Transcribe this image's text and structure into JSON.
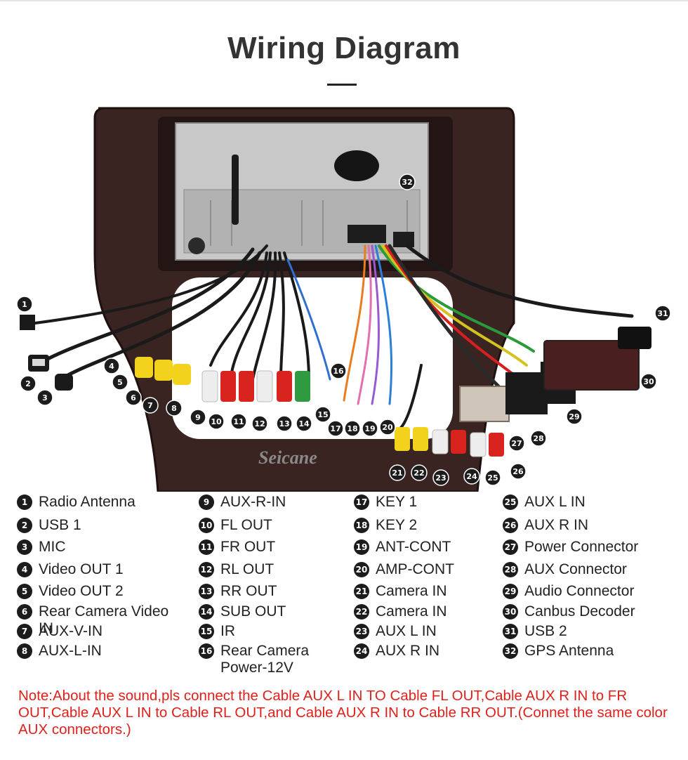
{
  "title": "Wiring Diagram",
  "watermark": "Seicane",
  "legend": [
    {
      "num": "1",
      "label": "Radio Antenna"
    },
    {
      "num": "2",
      "label": "USB 1"
    },
    {
      "num": "3",
      "label": "MIC"
    },
    {
      "num": "4",
      "label": "Video OUT 1"
    },
    {
      "num": "5",
      "label": "Video OUT 2"
    },
    {
      "num": "6",
      "label": "Rear Camera Video IN"
    },
    {
      "num": "7",
      "label": "AUX-V-IN"
    },
    {
      "num": "8",
      "label": "AUX-L-IN"
    },
    {
      "num": "9",
      "label": "AUX-R-IN"
    },
    {
      "num": "10",
      "label": "FL OUT"
    },
    {
      "num": "11",
      "label": "FR OUT"
    },
    {
      "num": "12",
      "label": "RL OUT"
    },
    {
      "num": "13",
      "label": "RR OUT"
    },
    {
      "num": "14",
      "label": "SUB OUT"
    },
    {
      "num": "15",
      "label": "IR"
    },
    {
      "num": "16",
      "label": "Rear Camera Power-12V"
    },
    {
      "num": "17",
      "label": "KEY 1"
    },
    {
      "num": "18",
      "label": "KEY 2"
    },
    {
      "num": "19",
      "label": "ANT-CONT"
    },
    {
      "num": "20",
      "label": "AMP-CONT"
    },
    {
      "num": "21",
      "label": "Camera IN"
    },
    {
      "num": "22",
      "label": "Camera IN"
    },
    {
      "num": "23",
      "label": "AUX L IN"
    },
    {
      "num": "24",
      "label": "AUX R IN"
    },
    {
      "num": "25",
      "label": "AUX L IN"
    },
    {
      "num": "26",
      "label": "AUX R IN"
    },
    {
      "num": "27",
      "label": "Power Connector"
    },
    {
      "num": "28",
      "label": "AUX Connector"
    },
    {
      "num": "29",
      "label": "Audio Connector"
    },
    {
      "num": "30",
      "label": "Canbus Decoder"
    },
    {
      "num": "31",
      "label": "USB 2"
    },
    {
      "num": "32",
      "label": "GPS Antenna"
    }
  ],
  "note": "Note:About the sound,pls connect the Cable AUX L IN TO Cable FL OUT,Cable AUX R IN to FR OUT,Cable AUX L IN to Cable RL OUT,and Cable AUX R IN to Cable RR OUT.(Connet the same color AUX connectors.)"
}
